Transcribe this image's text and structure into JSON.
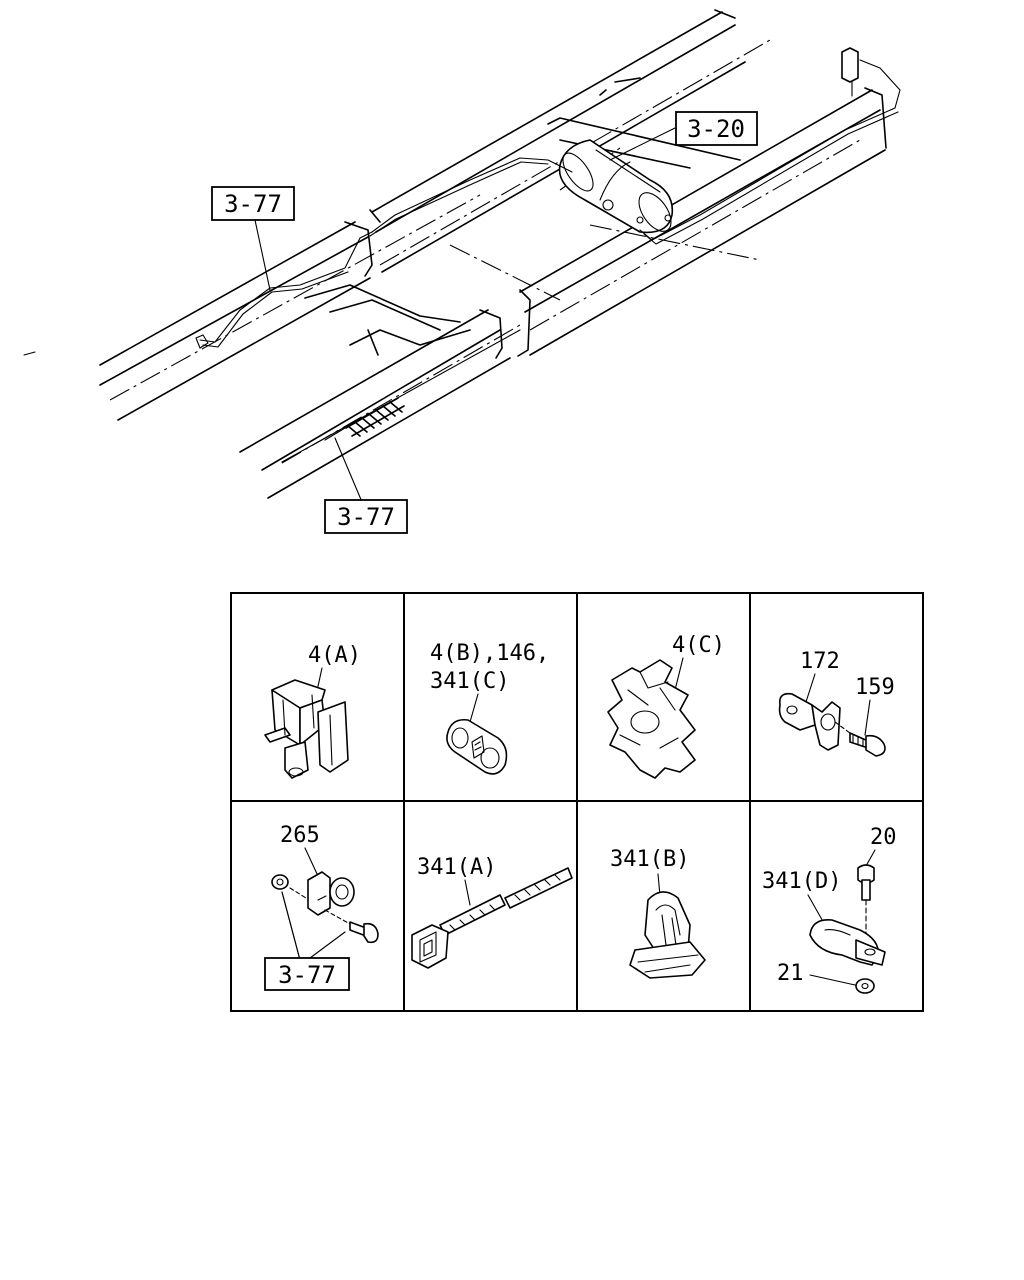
{
  "overview": {
    "callouts": [
      "3-20",
      "3-77",
      "3-77"
    ]
  },
  "parts_table": {
    "cells": [
      {
        "labels": [
          "4(A)"
        ]
      },
      {
        "labels": [
          "4(B),146,",
          "341(C)"
        ]
      },
      {
        "labels": [
          "4(C)"
        ]
      },
      {
        "labels": [
          "172",
          "159"
        ]
      },
      {
        "labels": [
          "265"
        ],
        "ref": "3-77"
      },
      {
        "labels": [
          "341(A)"
        ]
      },
      {
        "labels": [
          "341(B)"
        ]
      },
      {
        "labels": [
          "20",
          "341(D)",
          "21"
        ]
      }
    ]
  }
}
